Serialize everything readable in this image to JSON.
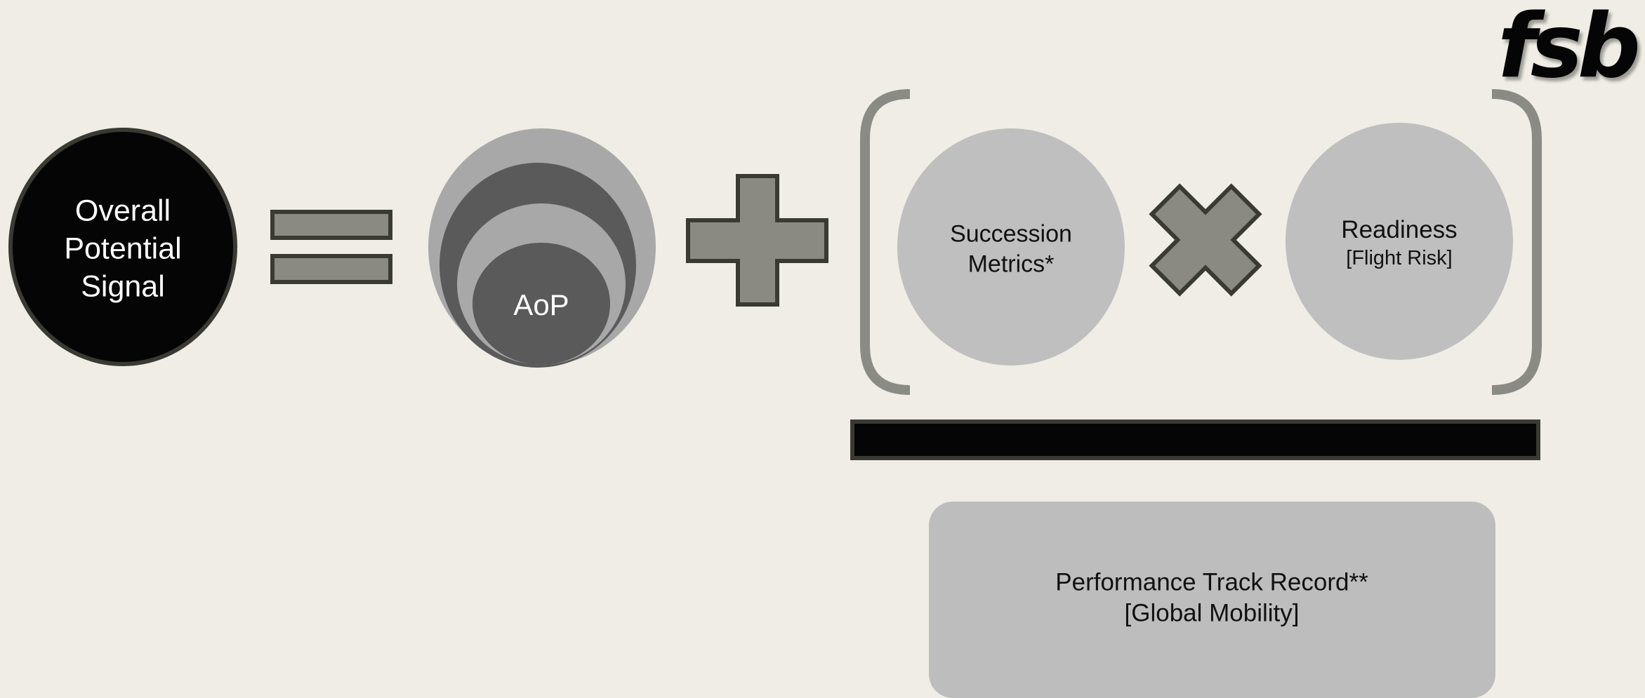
{
  "brand": {
    "logo_text": "fsb"
  },
  "colors": {
    "background": "#efede5",
    "black_circle": "#050505",
    "light_circle": "#bfbfbf",
    "operator_fill": "#8a8a82",
    "operator_stroke": "#3a3a34",
    "aop_outer": "#a8a8a8",
    "aop_dark": "#5a5a5a",
    "bracket": "#8b8b85"
  },
  "nodes": {
    "overall_signal": {
      "lines": [
        "Overall",
        "Potential",
        "Signal"
      ]
    },
    "aop": {
      "label": "AoP"
    },
    "succession": {
      "lines": [
        "Succession",
        "Metrics*"
      ]
    },
    "readiness": {
      "title": "Readiness",
      "subtitle": "[Flight Risk]"
    },
    "performance": {
      "title": "Performance Track Record**",
      "subtitle": "[Global Mobility]"
    }
  },
  "operators": [
    "equals-icon",
    "plus-icon",
    "multiply-icon",
    "divide-bar"
  ]
}
